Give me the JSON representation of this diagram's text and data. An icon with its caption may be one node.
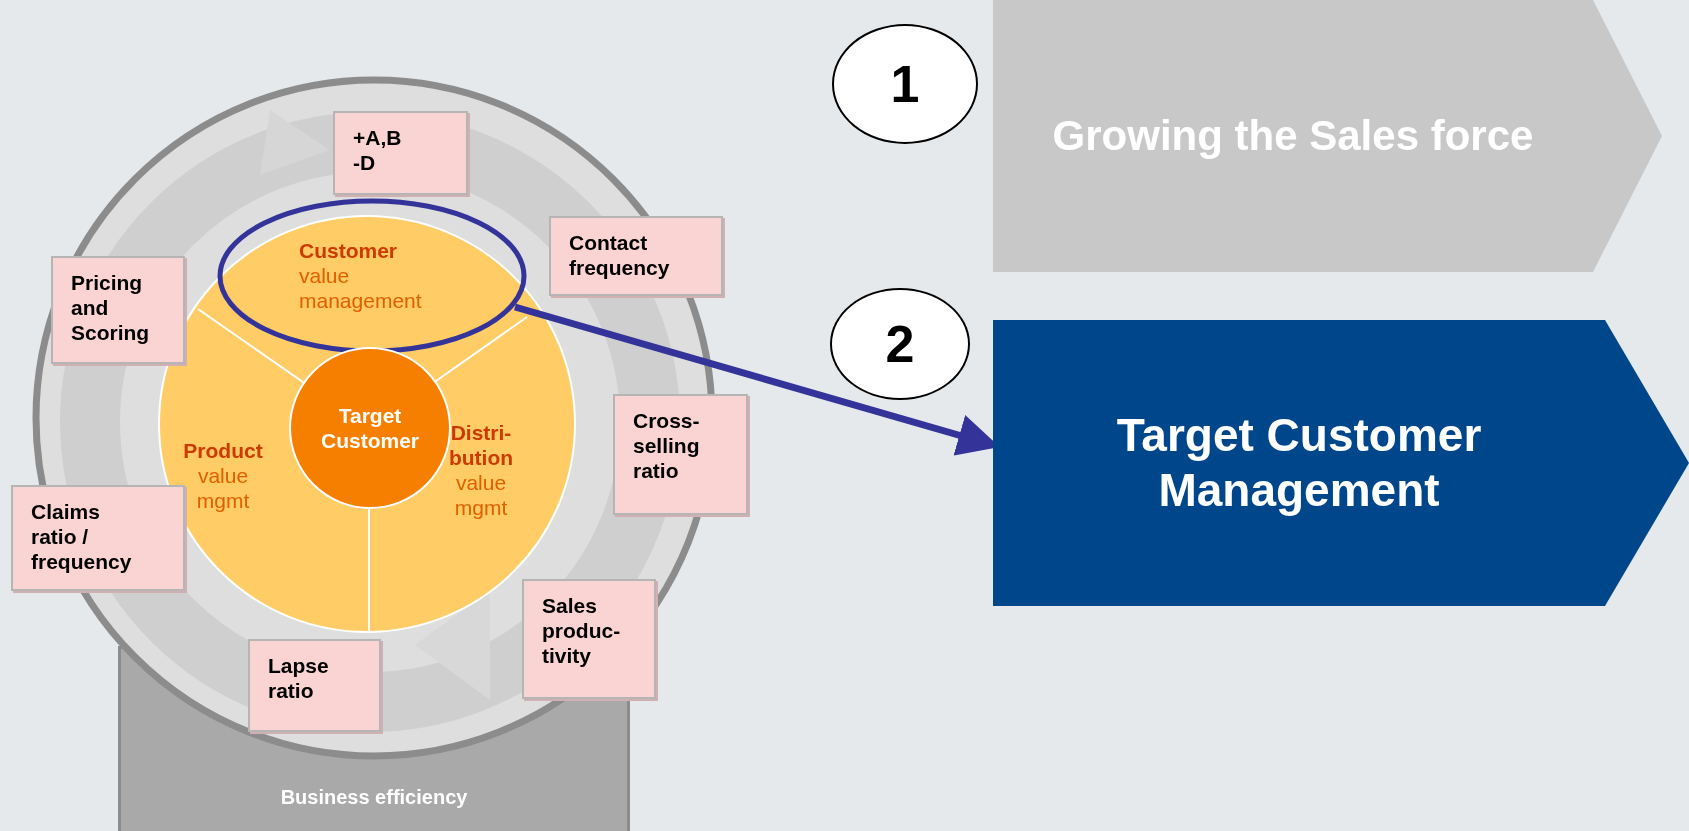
{
  "diagram": {
    "nodes": [
      {
        "text": [
          "+A,B -D"
        ]
      },
      {
        "text": [
          "Contact frequency"
        ]
      },
      {
        "text": [
          "Pricing and Scoring"
        ]
      },
      {
        "text": [
          "Customer",
          "value management"
        ]
      },
      {
        "text": [
          "Target Customer"
        ]
      },
      {
        "text": [
          "Product",
          "value mgmt"
        ]
      },
      {
        "text": [
          "Distri- bution",
          "value mgmt"
        ]
      },
      {
        "text": [
          "Cross- selling ratio"
        ]
      },
      {
        "text": [
          "Claims ratio / frequency"
        ]
      },
      {
        "text": [
          "Sales produc- tivity"
        ]
      },
      {
        "text": [
          "Lapse ratio"
        ]
      },
      {
        "text": [
          "Business efficiency"
        ]
      },
      {
        "text": [
          "1"
        ]
      },
      {
        "text": [
          "Growing the Sales force"
        ]
      },
      {
        "text": [
          "2"
        ]
      },
      {
        "text": [
          "Target Customer Management"
        ]
      }
    ],
    "edges": [
      {
        "from": 3,
        "to": 15,
        "arrow": "to"
      }
    ]
  }
}
